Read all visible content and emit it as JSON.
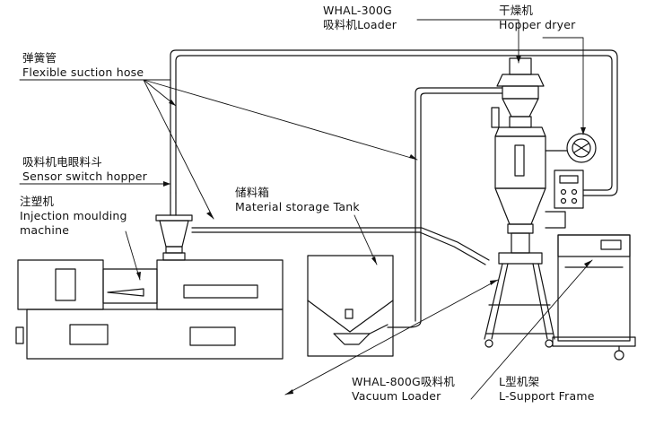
{
  "labels": {
    "loader_model_top": "WHAL-300G",
    "loader_top_cn_en": "吸料机Loader",
    "dryer_cn": "干燥机",
    "dryer_en": "Hopper dryer",
    "hose_cn": "弹簧管",
    "hose_en": "Flexible suction hose",
    "sensor_cn": "吸料机电眼料斗",
    "sensor_en": "Sensor switch hopper",
    "imm_cn": "注塑机",
    "imm_en_1": "Injection moulding",
    "imm_en_2": "machine",
    "tank_cn": "储料箱",
    "tank_en": "Material storage Tank",
    "vacuum_cn": "WHAL-800G吸料机",
    "vacuum_en": "Vacuum Loader",
    "frame_cn": "L型机架",
    "frame_en": "L-Support Frame"
  },
  "colors": {
    "line": "#111111",
    "background": "#ffffff"
  }
}
